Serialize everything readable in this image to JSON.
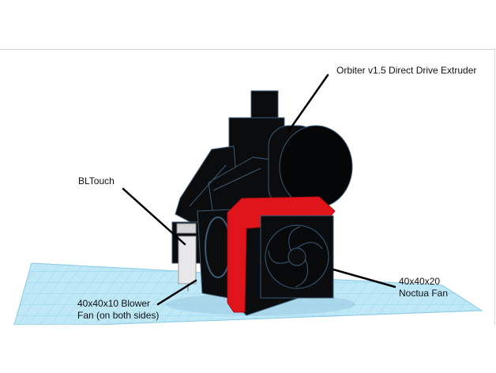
{
  "annotations": {
    "extruder": "Orbiter v1.5 Direct Drive Extruder",
    "bltouch": "BLTouch",
    "blower": "40x40x10 Blower\nFan (on both sides)",
    "noctua": "40x40x20\nNoctua Fan"
  },
  "colors": {
    "grid_fill": "#bfe8f7",
    "grid_line": "#8fd0ec",
    "body": "#0b0c0e",
    "edge": "#3a5c78",
    "accent": "#e0151b",
    "probe": "#e8e8ea"
  },
  "icons": [
    "leader-line"
  ]
}
